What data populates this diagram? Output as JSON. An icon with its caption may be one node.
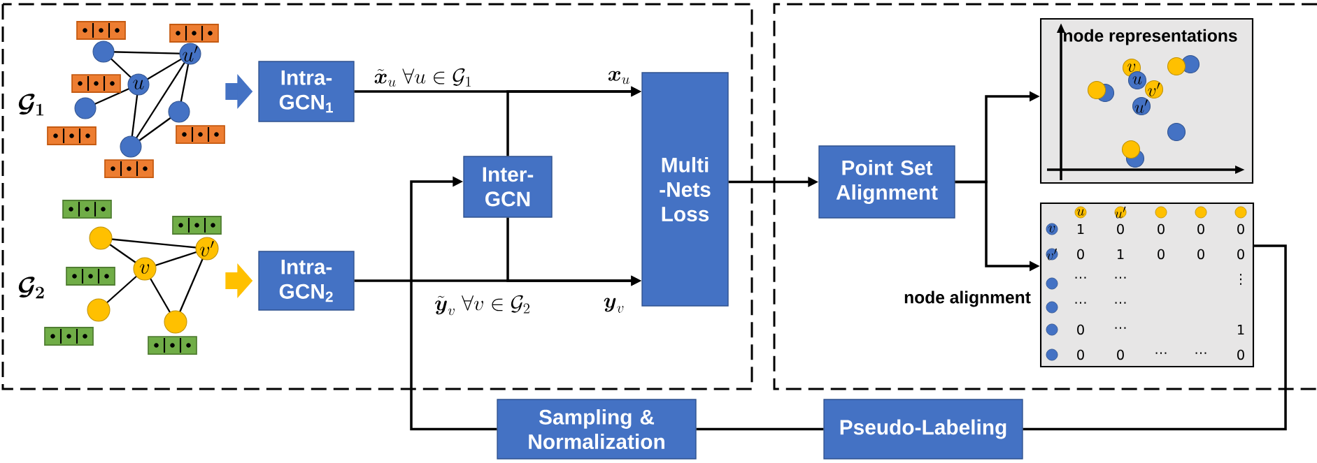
{
  "diagram": {
    "nodes": [
      {
        "text": [],
        "shape": "picture",
        "beside": [
          "\\boldsymbol{\\mathcal{G}_1}"
        ]
      },
      {
        "text": [],
        "shape": "picture",
        "beside": [
          "\\boldsymbol{\\mathcal{G}_2}"
        ]
      },
      {
        "text": [
          "Intra- GCN$_{1}$"
        ]
      },
      {
        "text": [
          "Intra- GCN$_{2}$"
        ]
      },
      {
        "text": [
          "Inter- GCN"
        ]
      },
      {
        "text": [
          "Multi -Nets Loss"
        ]
      },
      {
        "text": [
          "Point Set Alignment"
        ]
      },
      {
        "text": [
          "node representations"
        ]
      },
      {
        "text": [],
        "shape": "box",
        "beside": [
          "node alignment"
        ]
      },
      {
        "text": [
          "Sampling & Normalization"
        ]
      },
      {
        "text": [
          "Pseudo-Labeling"
        ]
      }
    ],
    "edges": [
      {
        "from": 0,
        "to": 2,
        "arrow": "to",
        "style": "thick",
        "color": "#4472c4"
      },
      {
        "from": 1,
        "to": 3,
        "arrow": "to",
        "style": "thick",
        "color": "#ffc000"
      },
      {
        "from": 2,
        "to": 5,
        "arrow": "to",
        "label": "\\tilde{\\boldsymbol{x}}_u\\ \\forall u \\in \\mathcal{G}_1"
      },
      {
        "from": 3,
        "to": 5,
        "arrow": "to",
        "label": "\\tilde{\\boldsymbol{y}}_v\\ \\forall v \\in \\mathcal{G}_2"
      },
      {
        "from": 4,
        "to": 5,
        "arrow": "to"
      },
      {
        "from": 4,
        "to": 5,
        "arrow": "to"
      },
      {
        "from": 5,
        "to": 6,
        "arrow": "to"
      },
      {
        "from": 6,
        "to": 7,
        "arrow": "to"
      },
      {
        "from": 6,
        "to": 8,
        "arrow": "to"
      },
      {
        "from": 8,
        "to": 10,
        "arrow": "none"
      },
      {
        "from": 10,
        "to": 9,
        "arrow": "none"
      },
      {
        "from": 9,
        "to": 4,
        "arrow": "to"
      }
    ],
    "labels": [
      "\\boldsymbol{x}_u",
      "\\boldsymbol{y}_v",
      "u'",
      "u",
      "v'",
      "v",
      "v",
      "u",
      "v'",
      "u'",
      "u",
      "u'",
      "v",
      "1",
      "0",
      "0",
      "0",
      "0",
      "v'",
      "0",
      "1",
      "0",
      "0",
      "0",
      "⋯",
      "⋯",
      "⋮",
      "⋯",
      "⋯",
      "0",
      "⋯",
      "1",
      "0",
      "0",
      "⋯",
      "⋯",
      "0"
    ]
  }
}
